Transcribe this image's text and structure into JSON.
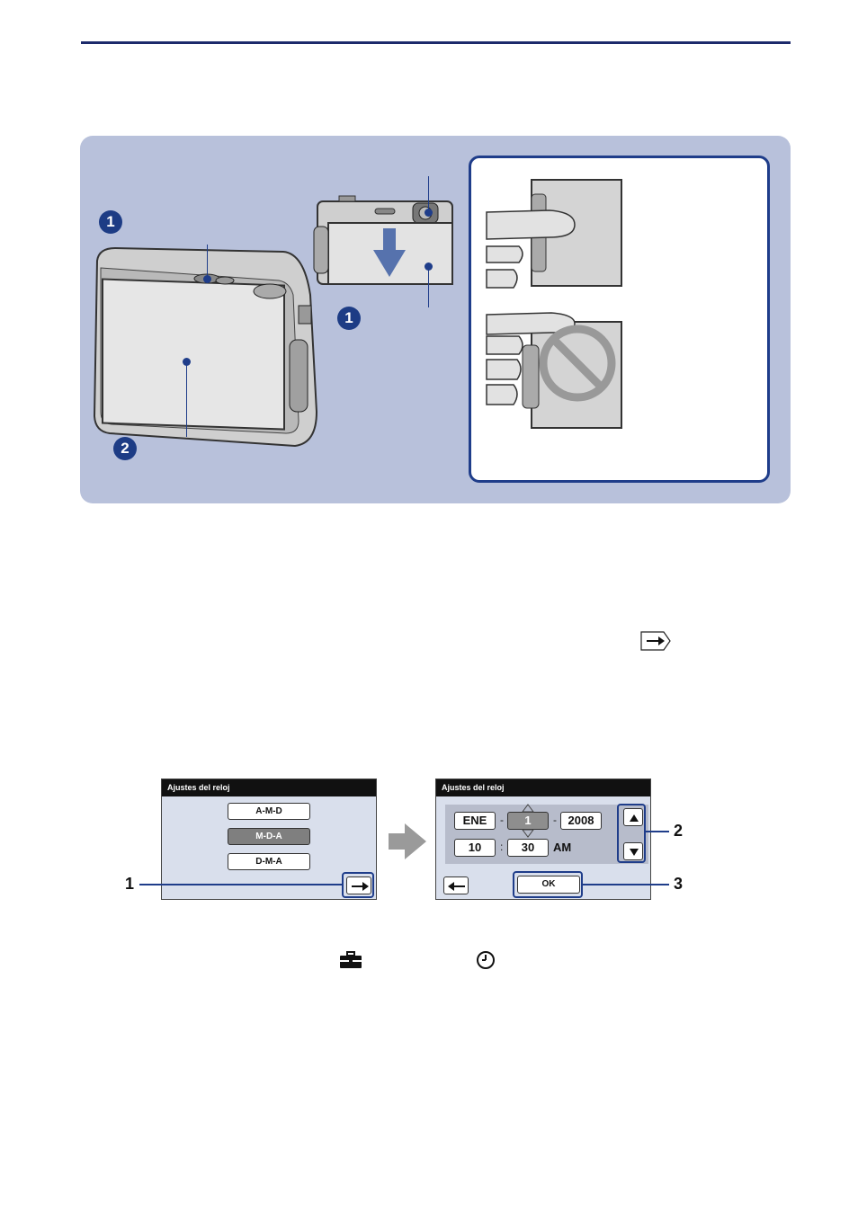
{
  "markers": {
    "step1_left": "1",
    "step1_small": "1",
    "step2_left": "2"
  },
  "screen1": {
    "title": "Ajustes del reloj",
    "options": [
      "A-M-D",
      "M-D-A",
      "D-M-A"
    ],
    "selected_index": 1
  },
  "screen2": {
    "title": "Ajustes del reloj",
    "month": "ENE",
    "day": "1",
    "year": "2008",
    "hour": "10",
    "minute": "30",
    "ampm": "AM",
    "date_sep": "-",
    "time_sep": ":",
    "ok_label": "OK"
  },
  "callouts": {
    "c1": "1",
    "c2": "2",
    "c3": "3"
  },
  "icons": {
    "next_arrow": "right-arrow-icon",
    "back_arrow": "left-arrow-icon",
    "toolbox": "toolbox-icon",
    "clock": "clock-icon"
  },
  "colors": {
    "rule": "#1c2a6b",
    "panel": "#b8c1db",
    "accent": "#1f3d8a",
    "arrow": "#5672ad"
  }
}
